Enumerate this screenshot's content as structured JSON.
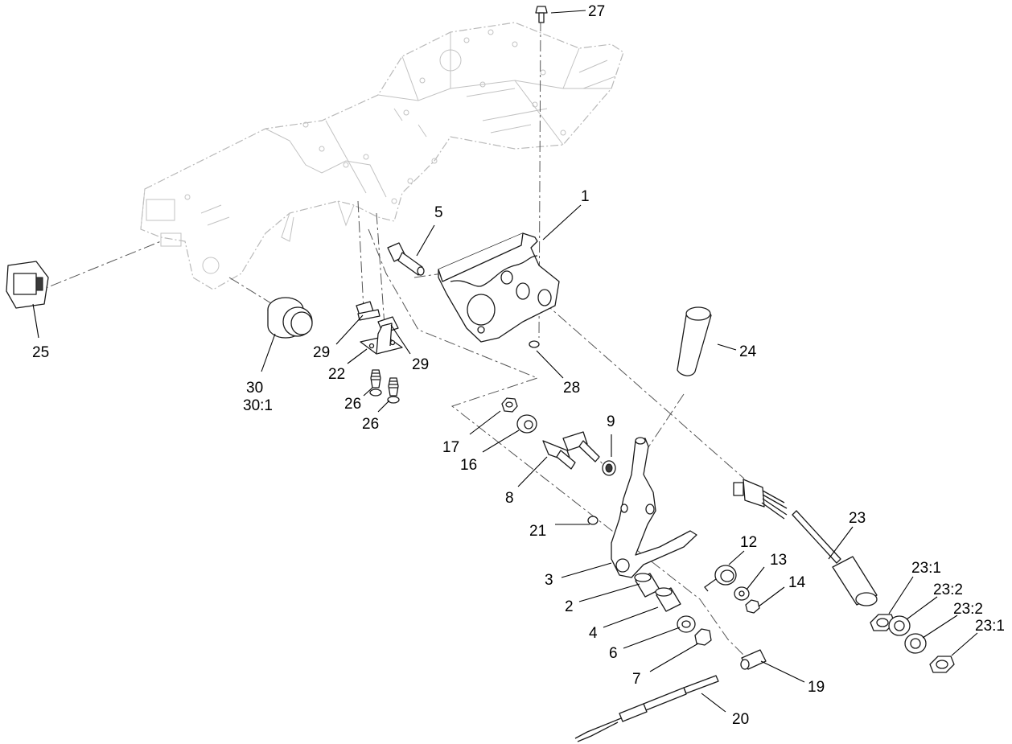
{
  "callouts": {
    "c1": "1",
    "c2": "2",
    "c3": "3",
    "c4": "4",
    "c5": "5",
    "c6": "6",
    "c7": "7",
    "c8": "8",
    "c9": "9",
    "c12": "12",
    "c13": "13",
    "c14": "14",
    "c16": "16",
    "c17": "17",
    "c19": "19",
    "c20": "20",
    "c21": "21",
    "c22": "22",
    "c23": "23",
    "c23_1a": "23:1",
    "c23_2a": "23:2",
    "c23_2b": "23:2",
    "c23_1b": "23:1",
    "c24": "24",
    "c25": "25",
    "c26a": "26",
    "c26b": "26",
    "c27": "27",
    "c28": "28",
    "c29a": "29",
    "c29b": "29",
    "c30": "30",
    "c30_1": "30:1"
  }
}
